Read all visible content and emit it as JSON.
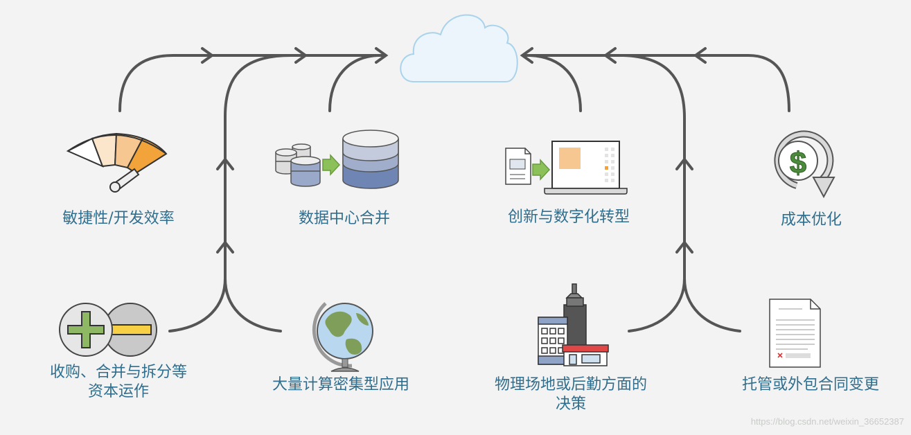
{
  "labels": {
    "agility": "敏捷性/开发效率",
    "datacenter": "数据中心合并",
    "innovation": "创新与数字化转型",
    "cost": "成本优化",
    "mna": "收购、合并与拆分等\n资本运作",
    "compute": "大量计算密集型应用",
    "physical": "物理场地或后勤方面的\n决策",
    "hosting": "托管或外包合同变更"
  },
  "watermark": "https://blog.csdn.net/weixin_36652387",
  "colors": {
    "background": "#f2f3f2",
    "text": "#2f6e8e",
    "arrow": "#555555",
    "cloud_fill": "#ecf5fb",
    "cloud_stroke": "#a9d3ec"
  }
}
